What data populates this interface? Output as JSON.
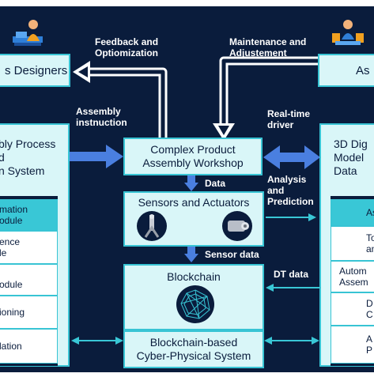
{
  "designers_box": {
    "label": "s Designers"
  },
  "assembler_box": {
    "label": "As"
  },
  "left_panel": {
    "title": [
      "bly Process",
      "d",
      "n System"
    ],
    "modules": [
      [
        "mation",
        "odule"
      ],
      [
        "ence",
        "le"
      ],
      [
        "odule"
      ],
      [
        "ioning"
      ],
      [
        "lation"
      ]
    ]
  },
  "right_panel": {
    "title": [
      "3D Dig",
      "Model",
      "Data"
    ],
    "modules": [
      [
        "As"
      ],
      [
        "To",
        "an"
      ],
      [
        "Autom",
        "Assem"
      ],
      [
        "D",
        "C"
      ],
      [
        "A",
        "P"
      ]
    ]
  },
  "workshop": {
    "label": [
      "Complex Product",
      "Assembly Workshop"
    ]
  },
  "sensors": {
    "label": "Sensors and Actuators"
  },
  "blockchain": {
    "label": "Blockchain"
  },
  "cps": {
    "label": [
      "Blockchain-based",
      "Cyber-Physical System"
    ]
  },
  "labels": {
    "feedback": [
      "Feedback and",
      "Optiomization"
    ],
    "maintenance": [
      "Maintenance and",
      "Adjustement"
    ],
    "assembly_instruction": [
      "Assembly",
      "instnuction"
    ],
    "realtime": [
      "Real-time",
      "driver"
    ],
    "data": "Data",
    "analysis": [
      "Analysis",
      "and",
      "Prediction"
    ],
    "sensor_data": "Sensor data",
    "dt_data": "DT data"
  },
  "colors": {
    "background": "#0a1c3c",
    "box_fill": "#d9f6f8",
    "accent": "#38c4d4",
    "highlight": "#39c7d6",
    "arrow": "#39c7d6"
  }
}
